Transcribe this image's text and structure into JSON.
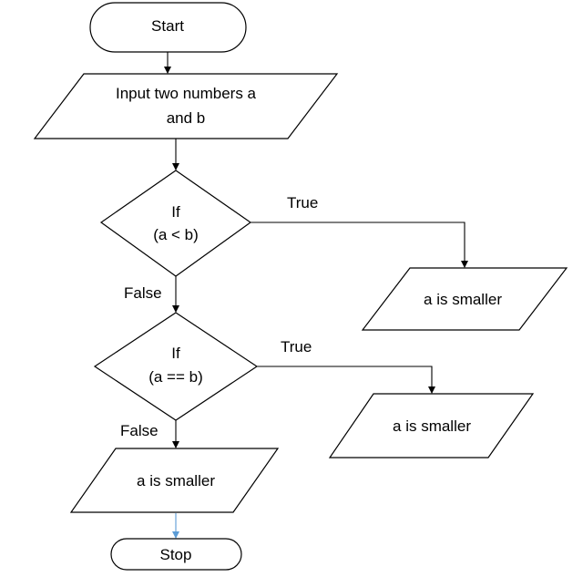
{
  "diagram": {
    "nodes": {
      "start": {
        "label": "Start"
      },
      "input": {
        "line1": "Input two numbers a",
        "line2": "and b"
      },
      "decision1": {
        "line1": "If",
        "line2": "(a < b)"
      },
      "output1": {
        "label": "a is smaller"
      },
      "decision2": {
        "line1": "If",
        "line2": "(a == b)"
      },
      "output2": {
        "label": "a is smaller"
      },
      "output3": {
        "label": "a is smaller"
      },
      "stop": {
        "label": "Stop"
      }
    },
    "edges": {
      "decision1_true": "True",
      "decision1_false": "False",
      "decision2_true": "True",
      "decision2_false": "False"
    },
    "colors": {
      "stroke": "#000000",
      "fill": "#ffffff",
      "final_connector": "#5b9bd5"
    }
  }
}
